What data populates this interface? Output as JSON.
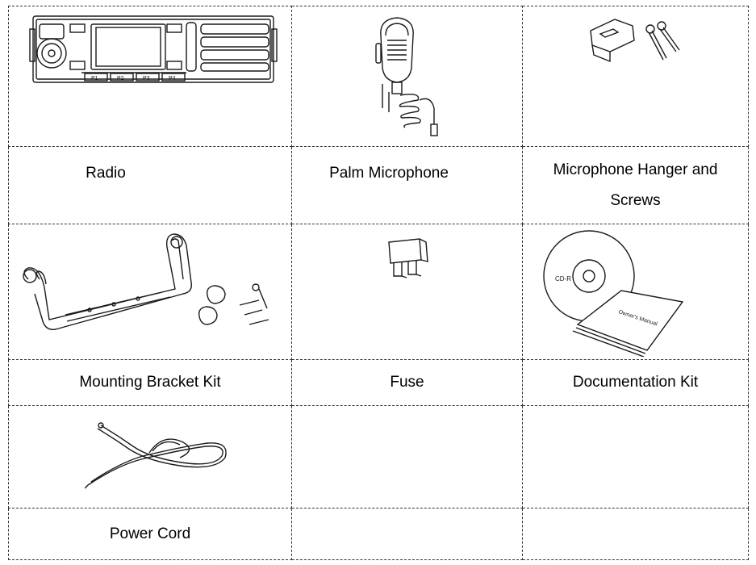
{
  "table": {
    "rows": [
      {
        "images": [
          {
            "icon": "radio-icon"
          },
          {
            "icon": "palm-microphone-icon"
          },
          {
            "icon": "microphone-hanger-icon"
          }
        ],
        "labels": [
          "Radio",
          "Palm Microphone",
          "Microphone Hanger and Screws"
        ]
      },
      {
        "images": [
          {
            "icon": "mounting-bracket-icon"
          },
          {
            "icon": "fuse-icon"
          },
          {
            "icon": "documentation-cd-icon"
          }
        ],
        "labels": [
          "Mounting Bracket Kit",
          "Fuse",
          "Documentation Kit"
        ]
      },
      {
        "images": [
          {
            "icon": "power-cord-icon"
          },
          {
            "icon": ""
          },
          {
            "icon": ""
          }
        ],
        "labels": [
          "Power Cord",
          "",
          ""
        ]
      }
    ],
    "radio_buttons": [
      "P1",
      "P2",
      "P3",
      "P4"
    ],
    "cd_text": "CD-R",
    "manual_text": "Owner's Manual",
    "line_color": "#1a1a1a"
  }
}
